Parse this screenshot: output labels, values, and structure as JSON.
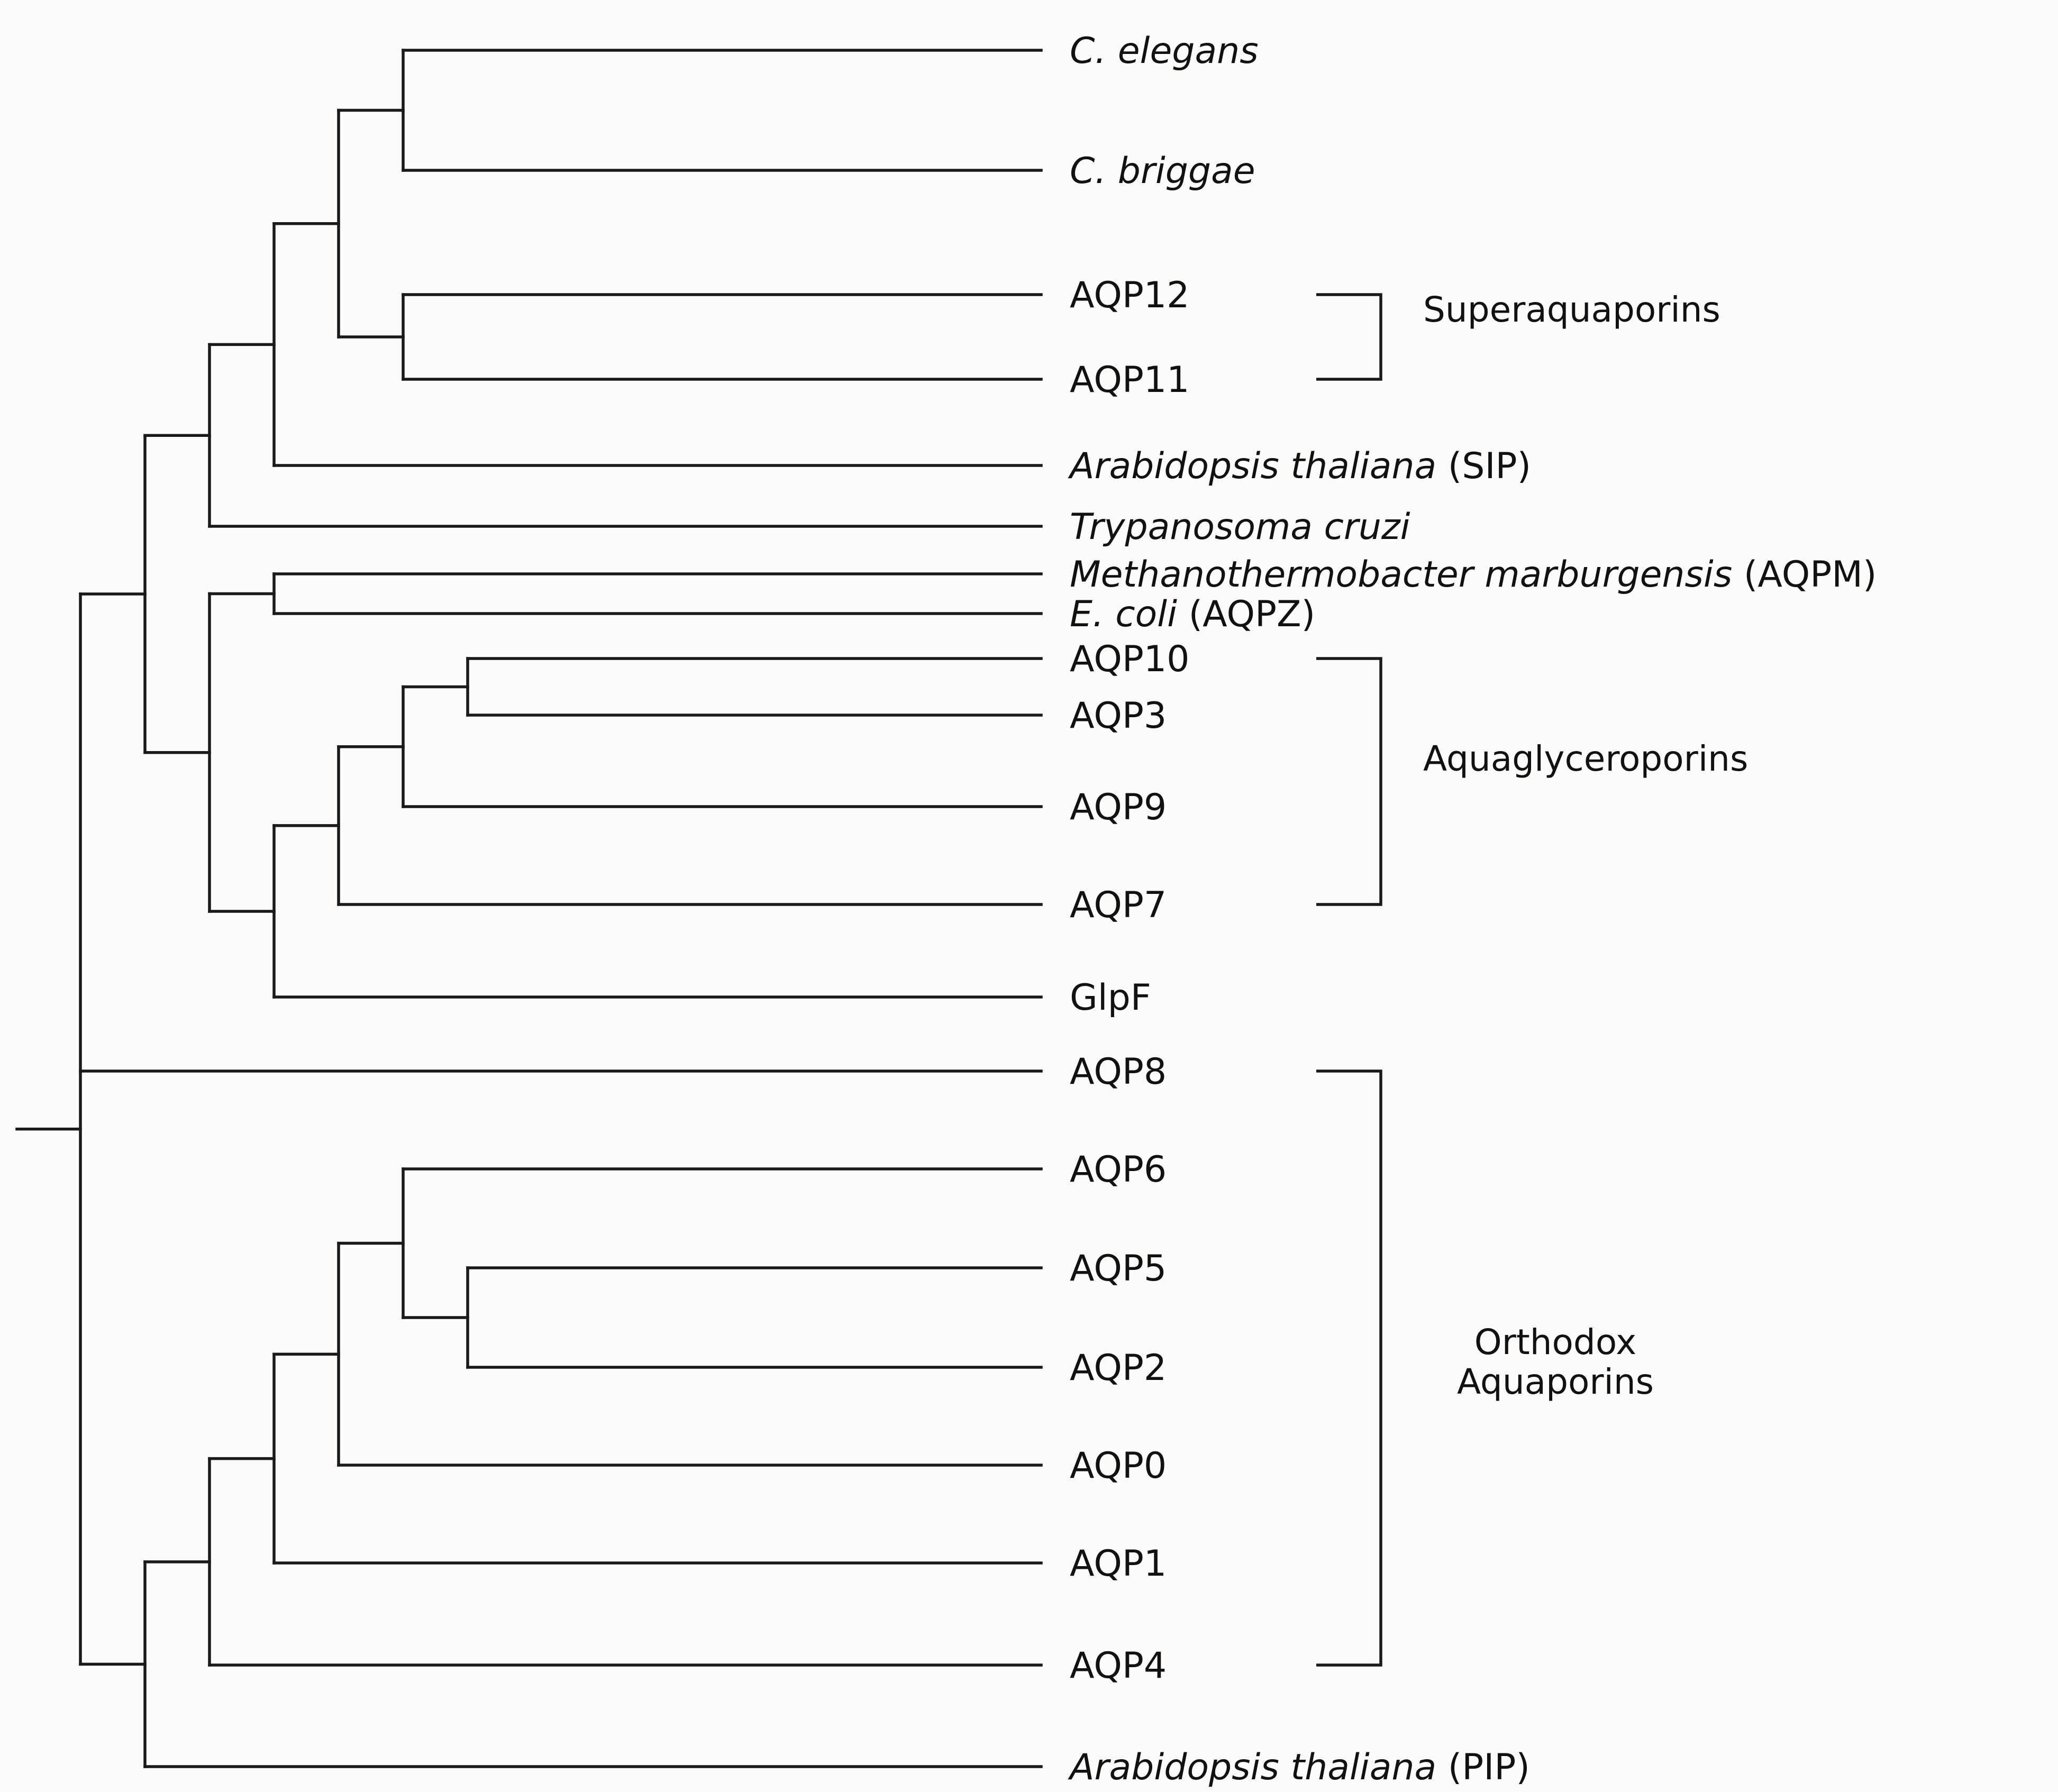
{
  "leaves": [
    {
      "id": "c_elegans",
      "parts": [
        {
          "text": "C. elegans",
          "italic": true
        }
      ]
    },
    {
      "id": "c_briggae",
      "parts": [
        {
          "text": "C. briggae",
          "italic": true
        }
      ]
    },
    {
      "id": "aqp12",
      "parts": [
        {
          "text": "AQP12",
          "italic": false
        }
      ]
    },
    {
      "id": "aqp11",
      "parts": [
        {
          "text": "AQP11",
          "italic": false
        }
      ]
    },
    {
      "id": "arabidopsis_sip",
      "parts": [
        {
          "text": "Arabidopsis thaliana",
          "italic": true
        },
        {
          "text": " (SIP)",
          "italic": false
        }
      ]
    },
    {
      "id": "trypanosoma",
      "parts": [
        {
          "text": "Trypanosoma cruzi",
          "italic": true
        }
      ]
    },
    {
      "id": "methanothermobacter",
      "parts": [
        {
          "text": "Methanothermobacter marburgensis",
          "italic": true
        },
        {
          "text": " (AQPM)",
          "italic": false
        }
      ]
    },
    {
      "id": "e_coli",
      "parts": [
        {
          "text": "E. coli",
          "italic": true
        },
        {
          "text": " (AQPZ)",
          "italic": false
        }
      ]
    },
    {
      "id": "aqp10",
      "parts": [
        {
          "text": "AQP10",
          "italic": false
        }
      ]
    },
    {
      "id": "aqp3",
      "parts": [
        {
          "text": "AQP3",
          "italic": false
        }
      ]
    },
    {
      "id": "aqp9",
      "parts": [
        {
          "text": "AQP9",
          "italic": false
        }
      ]
    },
    {
      "id": "aqp7",
      "parts": [
        {
          "text": "AQP7",
          "italic": false
        }
      ]
    },
    {
      "id": "glpf",
      "parts": [
        {
          "text": "GlpF",
          "italic": false
        }
      ]
    },
    {
      "id": "aqp8",
      "parts": [
        {
          "text": "AQP8",
          "italic": false
        }
      ]
    },
    {
      "id": "aqp6",
      "parts": [
        {
          "text": "AQP6",
          "italic": false
        }
      ]
    },
    {
      "id": "aqp5",
      "parts": [
        {
          "text": "AQP5",
          "italic": false
        }
      ]
    },
    {
      "id": "aqp2",
      "parts": [
        {
          "text": "AQP2",
          "italic": false
        }
      ]
    },
    {
      "id": "aqp0",
      "parts": [
        {
          "text": "AQP0",
          "italic": false
        }
      ]
    },
    {
      "id": "aqp1",
      "parts": [
        {
          "text": "AQP1",
          "italic": false
        }
      ]
    },
    {
      "id": "aqp4",
      "parts": [
        {
          "text": "AQP4",
          "italic": false
        }
      ]
    },
    {
      "id": "arabidopsis_pip",
      "parts": [
        {
          "text": "Arabidopsis thaliana",
          "italic": true
        },
        {
          "text": " (PIP)",
          "italic": false
        }
      ]
    }
  ],
  "groups": [
    {
      "id": "superaquaporins",
      "lines": [
        "Superaquaporins"
      ],
      "from_leaf": "aqp12",
      "to_leaf": "aqp11"
    },
    {
      "id": "aquaglyceroporins",
      "lines": [
        "Aquaglyceroporins"
      ],
      "from_leaf": "aqp10",
      "to_leaf": "aqp7"
    },
    {
      "id": "orthodox",
      "lines": [
        "Orthodox",
        "Aquaporins"
      ],
      "from_leaf": "aqp8",
      "to_leaf": "aqp4"
    }
  ],
  "tree": {
    "children": [
      {
        "children": [
          {
            "children": [
              {
                "children": [
                  {
                    "children": [
                      {
                        "children": [
                          {
                            "leaf": "c_elegans"
                          },
                          {
                            "leaf": "c_briggae"
                          }
                        ]
                      },
                      {
                        "children": [
                          {
                            "leaf": "aqp12"
                          },
                          {
                            "leaf": "aqp11"
                          }
                        ]
                      }
                    ]
                  },
                  {
                    "leaf": "arabidopsis_sip"
                  }
                ]
              },
              {
                "leaf": "trypanosoma"
              }
            ]
          },
          {
            "children": [
              {
                "children": [
                  {
                    "leaf": "methanothermobacter"
                  },
                  {
                    "leaf": "e_coli"
                  }
                ]
              },
              {
                "children": [
                  {
                    "children": [
                      {
                        "children": [
                          {
                            "children": [
                              {
                                "leaf": "aqp10"
                              },
                              {
                                "leaf": "aqp3"
                              }
                            ]
                          },
                          {
                            "leaf": "aqp9"
                          }
                        ]
                      },
                      {
                        "leaf": "aqp7"
                      }
                    ]
                  },
                  {
                    "leaf": "glpf"
                  }
                ]
              }
            ]
          }
        ]
      },
      {
        "leaf": "aqp8"
      },
      {
        "children": [
          {
            "children": [
              {
                "children": [
                  {
                    "children": [
                      {
                        "children": [
                          {
                            "leaf": "aqp6"
                          },
                          {
                            "children": [
                              {
                                "leaf": "aqp5"
                              },
                              {
                                "leaf": "aqp2"
                              }
                            ]
                          }
                        ]
                      },
                      {
                        "leaf": "aqp0"
                      }
                    ]
                  },
                  {
                    "leaf": "aqp1"
                  }
                ]
              },
              {
                "leaf": "aqp4"
              }
            ]
          },
          {
            "leaf": "arabidopsis_pip"
          }
        ]
      }
    ]
  }
}
